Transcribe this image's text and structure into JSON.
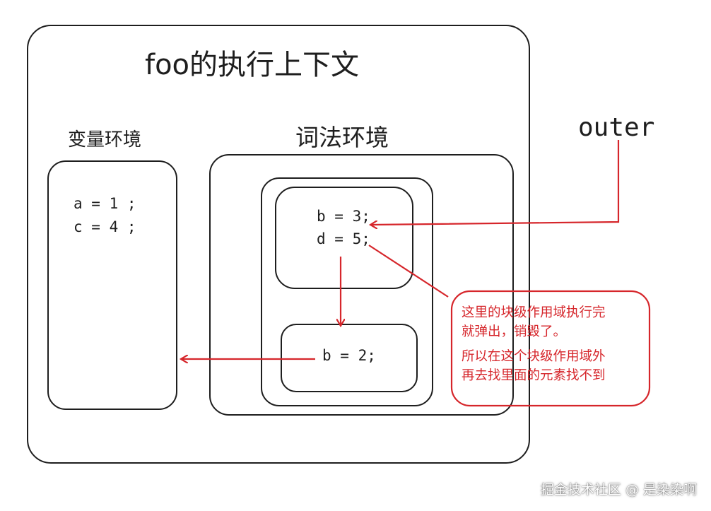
{
  "diagram": {
    "title": "foo的执行上下文",
    "variable_env": {
      "label": "变量环境",
      "lines": [
        "a = 1 ;",
        "c = 4 ;"
      ]
    },
    "lexical_env": {
      "label": "词法环境",
      "top_block_lines": [
        "b = 3;",
        "d = 5;"
      ],
      "bottom_block_lines": [
        "b = 2;"
      ]
    },
    "outer_label": "outer",
    "note_lines": [
      "这里的块级作用域执行完",
      "就弹出，销毁了。",
      "所以在这个块级作用域外",
      "再去找里面的元素找不到"
    ],
    "colors": {
      "ink": "#1e1e1e",
      "accent": "#d6262b"
    }
  },
  "watermark": "掘金技术社区 @ 是染染啊"
}
